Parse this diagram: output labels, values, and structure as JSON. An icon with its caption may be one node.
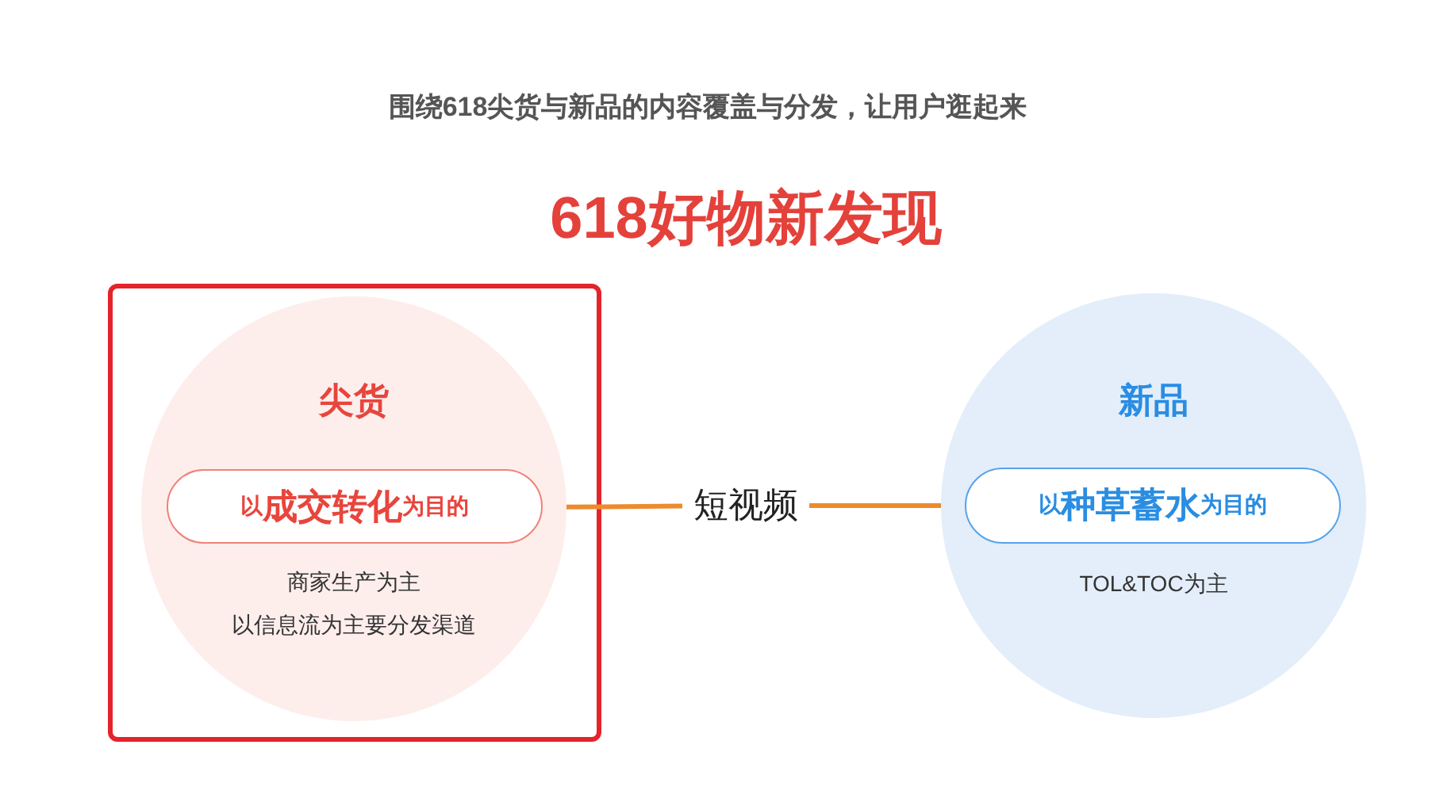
{
  "diagram": {
    "title": "618好物新发现",
    "nodes": [
      {
        "text": [],
        "shape": "box"
      },
      {
        "text": [
          "尖货",
          "商家生产为主",
          "以信息流为主要分发渠道"
        ],
        "in": 0
      },
      {
        "text": [
          "以**成交转化**为目的"
        ],
        "in": 1
      },
      {
        "text": [
          "短视频"
        ]
      },
      {
        "text": [
          "新品",
          "TOL&TOC为主"
        ]
      },
      {
        "text": [
          "以**种草蓄水**为目的"
        ],
        "in": 4
      }
    ],
    "edges": [
      {
        "from": 1,
        "to": 3,
        "arrow": "none"
      },
      {
        "from": 3,
        "to": 4,
        "arrow": "none"
      }
    ],
    "labels": [
      "围绕618尖货与新品的内容覆盖与分发，让用户逛起来"
    ]
  }
}
